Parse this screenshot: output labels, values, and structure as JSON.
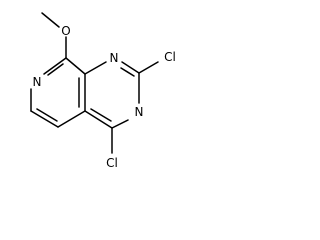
{
  "molecule": {
    "atoms": {
      "methyl_label": "",
      "ether_oxygen": "O",
      "ring_n7": "N",
      "ring_n1": "N",
      "ring_n3": "N",
      "chlorine_c2": "Cl",
      "chlorine_c4": "Cl"
    },
    "colors": {
      "bond": "#000000",
      "text": "#000000",
      "background": "#ffffff"
    }
  }
}
